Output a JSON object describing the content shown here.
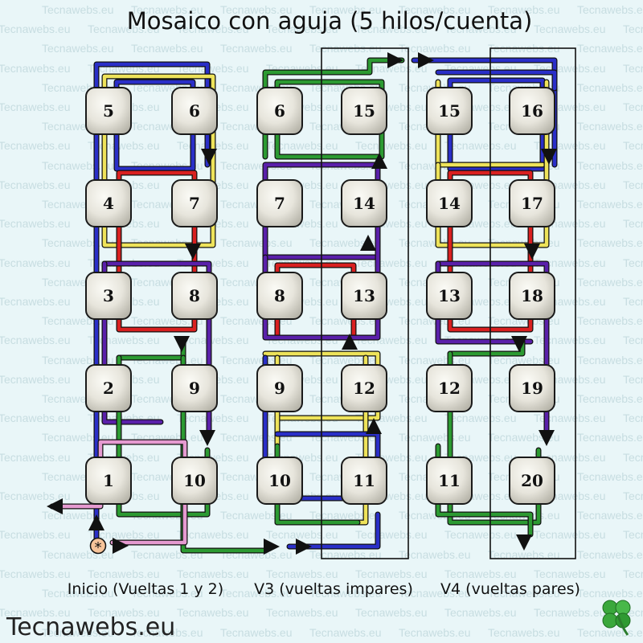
{
  "title": "Mosaico con aguja (5 hilos/cuenta)",
  "watermark": "Tecnawebs.eu",
  "brand": "Tecnawebs.eu",
  "colors": {
    "blue": "#2a2fc8",
    "yellow": "#eee35a",
    "red": "#d92020",
    "purple": "#5a20aa",
    "green": "#2c9a32",
    "pink": "#e59ad0",
    "arrow": "#111111",
    "start_marker": "#f7c49a"
  },
  "panels": [
    {
      "caption": "Inicio (Vueltas 1 y 2)",
      "beads": [
        {
          "label": "5"
        },
        {
          "label": "6"
        },
        {
          "label": "4"
        },
        {
          "label": "7"
        },
        {
          "label": "3"
        },
        {
          "label": "8"
        },
        {
          "label": "2"
        },
        {
          "label": "9"
        },
        {
          "label": "1"
        },
        {
          "label": "10"
        }
      ]
    },
    {
      "caption": "V3 (vueltas impares)",
      "beads": [
        {
          "label": "6"
        },
        {
          "label": "15"
        },
        {
          "label": "7"
        },
        {
          "label": "14"
        },
        {
          "label": "8"
        },
        {
          "label": "13"
        },
        {
          "label": "9"
        },
        {
          "label": "12"
        },
        {
          "label": "10"
        },
        {
          "label": "11"
        }
      ]
    },
    {
      "caption": "V4 (vueltas pares)",
      "beads": [
        {
          "label": "15"
        },
        {
          "label": "16"
        },
        {
          "label": "14"
        },
        {
          "label": "17"
        },
        {
          "label": "13"
        },
        {
          "label": "18"
        },
        {
          "label": "12"
        },
        {
          "label": "19"
        },
        {
          "label": "11"
        },
        {
          "label": "20"
        }
      ]
    }
  ],
  "start_marker_symbol": "*"
}
